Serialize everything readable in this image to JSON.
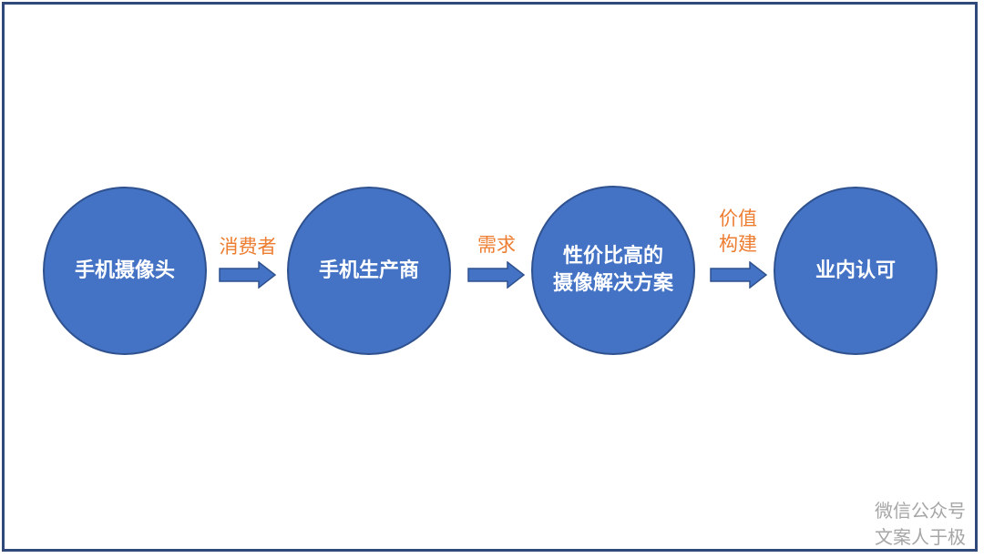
{
  "diagram": {
    "nodes": [
      {
        "id": "n1",
        "label": "手机摄像头"
      },
      {
        "id": "n2",
        "label": "手机生产商"
      },
      {
        "id": "n3",
        "label": "性价比高的\n摄像解决方案"
      },
      {
        "id": "n4",
        "label": "业内认可"
      }
    ],
    "edges": [
      {
        "from": "n1",
        "to": "n2",
        "label": "消费者"
      },
      {
        "from": "n2",
        "to": "n3",
        "label": "需求"
      },
      {
        "from": "n3",
        "to": "n4",
        "label": "价值\n构建"
      }
    ]
  },
  "watermark": {
    "line1": "微信公众号",
    "line2": "文案人于极"
  },
  "colors": {
    "node_fill": "#4472c4",
    "node_stroke": "#2f528f",
    "edge_label": "#ed7d31",
    "frame": "#2f4a7a",
    "watermark": "#a6a6a6"
  }
}
